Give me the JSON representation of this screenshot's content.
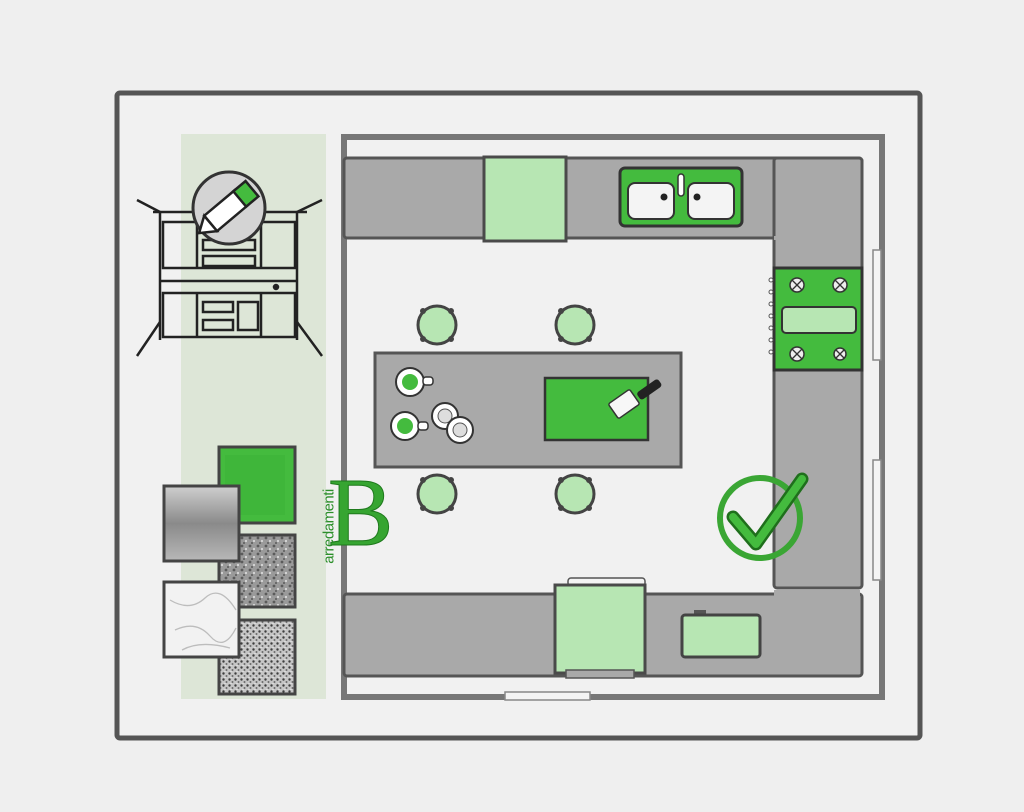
{
  "logo": {
    "letter": "B",
    "word": "arredamenti"
  },
  "colors": {
    "background": "#efefef",
    "floor": "#f1f1f1",
    "wall": "#555555",
    "counter": "#a9a9a9",
    "appliance_light": "#b7e6b3",
    "appliance_green": "#44bb3e",
    "accent_dark": "#2f9a2a",
    "sidebar": "#dde6d7"
  },
  "icons": [
    "cabinet-sketch-icon",
    "pencil-icon",
    "checkmark-icon",
    "kitchen-sink-icon",
    "cooktop-icon",
    "cutting-board-icon",
    "knife-icon",
    "stool-icon",
    "cup-icon",
    "plate-icon",
    "material-swatch-icon"
  ],
  "material_swatches": [
    "green",
    "brushed-steel",
    "granite-grey",
    "white-marble",
    "speckled-granite"
  ]
}
